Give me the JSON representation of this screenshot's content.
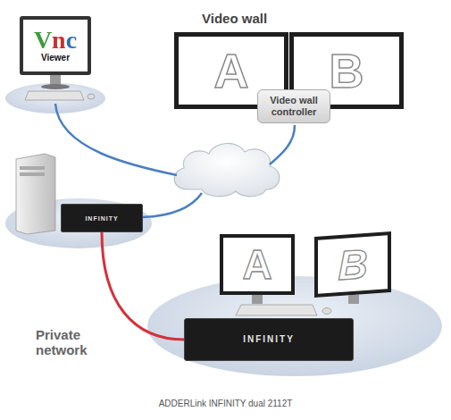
{
  "diagram": {
    "caption": "ADDERLink INFINITY dual 2112T",
    "nodes": [
      {
        "text": [
          "Vnc",
          "Viewer"
        ]
      },
      {
        "text": [
          "A"
        ]
      },
      {
        "text": [
          "B"
        ]
      },
      {
        "text": [
          "Video wall controller"
        ]
      },
      {
        "text": [
          "INFINITY"
        ]
      },
      {
        "text": [
          "A"
        ]
      },
      {
        "text": [
          "B"
        ]
      },
      {
        "text": [
          "INFINITY"
        ]
      }
    ],
    "edges": [
      {
        "from": 4,
        "to": 7,
        "arrow": "none"
      }
    ],
    "labels": [
      "Video wall",
      "Private network"
    ]
  }
}
